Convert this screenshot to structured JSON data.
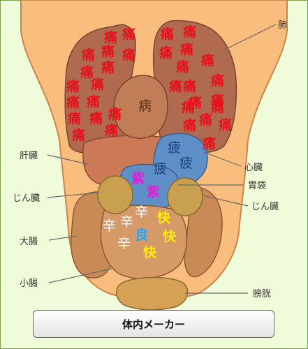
{
  "title": "体内メーカー",
  "labels": {
    "lung": "肺",
    "liver": "肝臓",
    "kidney_left": "じん臓",
    "large_intestine": "大腸",
    "small_intestine": "小腸",
    "heart": "心臓",
    "stomach": "胃袋",
    "kidney_right": "じん臓",
    "bladder": "膀胱"
  },
  "organ_text": {
    "lung_left": [
      "痛",
      "痛",
      "痛",
      "痛",
      "痛",
      "痛",
      "痛",
      "痛",
      "痛",
      "痛",
      "痛",
      "痛",
      "痛",
      "痛",
      "痛",
      "痛"
    ],
    "lung_right": [
      "痛",
      "痛",
      "痛",
      "痛",
      "痛",
      "痛",
      "痛",
      "痛",
      "痛",
      "痛",
      "痛",
      "痛",
      "痛",
      "痛",
      "痛",
      "痛",
      "痛"
    ],
    "center": "病",
    "heart": [
      "疲",
      "疲",
      "疲"
    ],
    "stomach": [
      "紫",
      "紫"
    ],
    "intestine_white": [
      "辛",
      "辛",
      "辛",
      "辛"
    ],
    "intestine_yellow": [
      "快",
      "快",
      "快"
    ],
    "intestine_cyan": "良"
  },
  "colors": {
    "background": "#f0fbd9",
    "skin": "#f9bd7e",
    "lung": "#b06a50",
    "liver": "#cc7a55",
    "heart": "#5f8fc7",
    "kidney": "#c9a050",
    "intestine": "#c98a55"
  }
}
